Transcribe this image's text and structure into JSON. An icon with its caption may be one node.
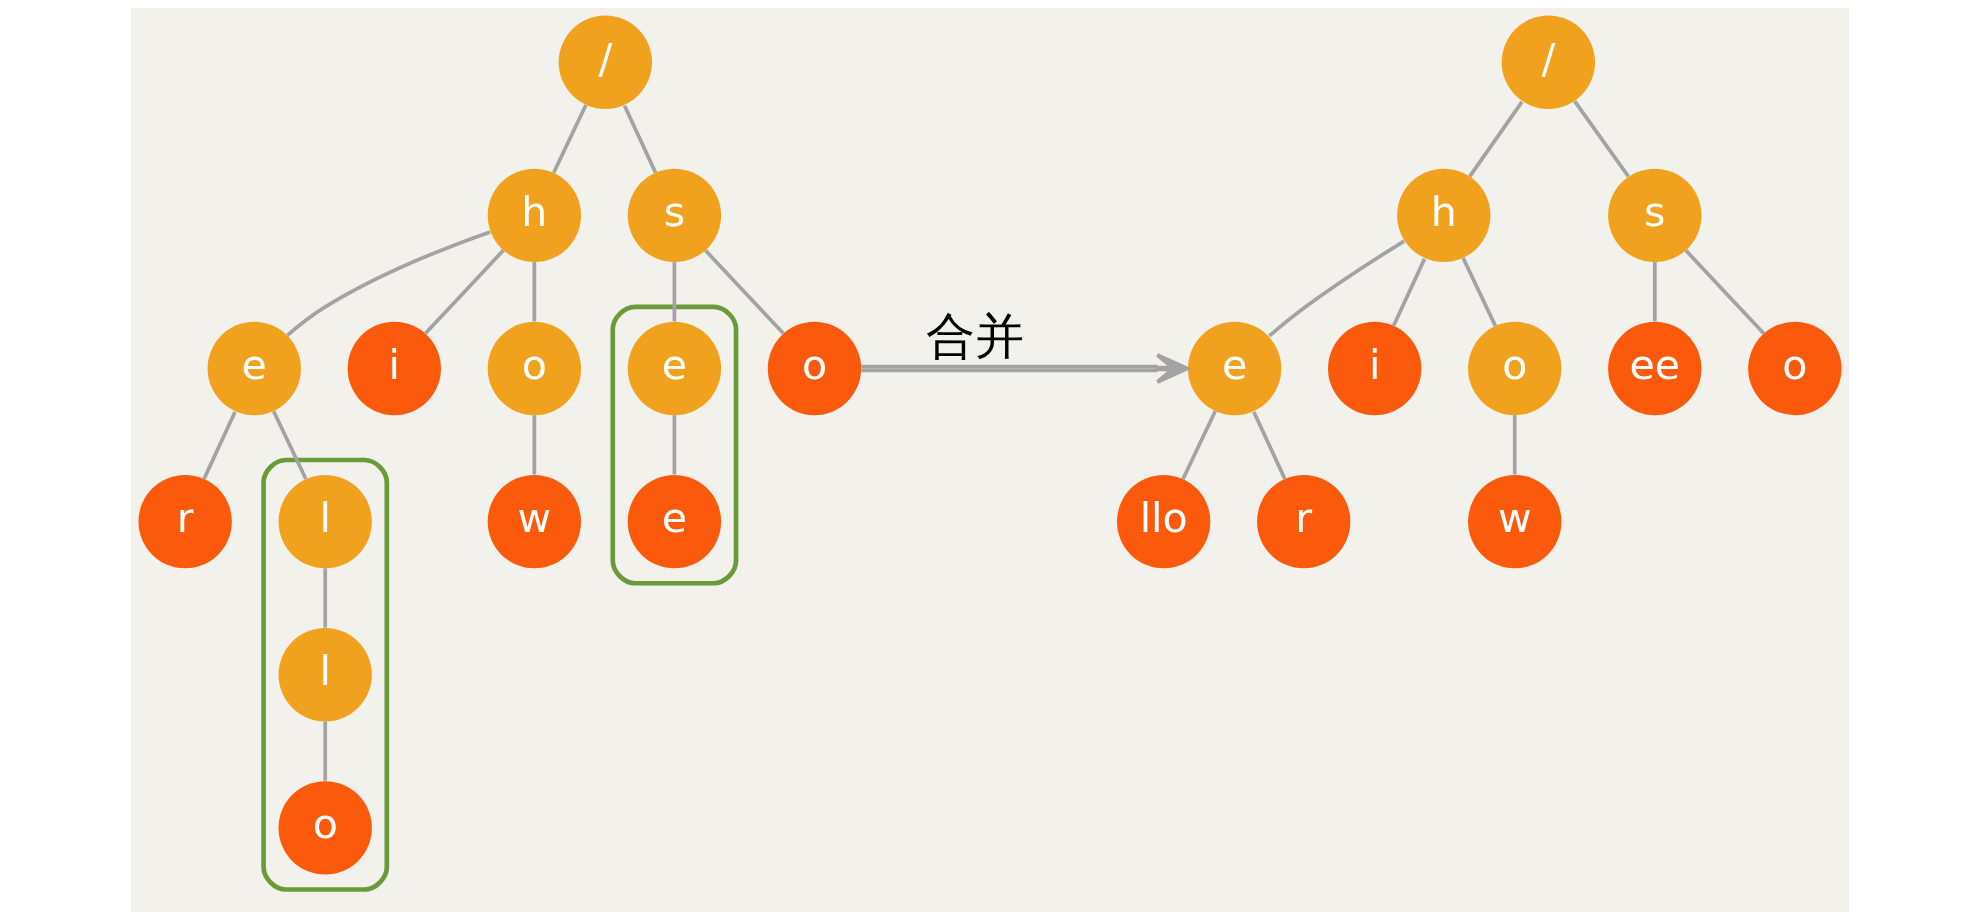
{
  "diagram": {
    "nodes": [
      {
        "text": [
          "/"
        ]
      },
      {
        "text": [
          "h"
        ]
      },
      {
        "text": [
          "s"
        ]
      },
      {
        "text": [
          "e"
        ]
      },
      {
        "text": [
          "i"
        ]
      },
      {
        "text": [
          "o"
        ]
      },
      {
        "text": [],
        "shape": "ellipse"
      },
      {
        "text": [
          "e"
        ],
        "in": 6
      },
      {
        "text": [
          "o"
        ]
      },
      {
        "text": [],
        "shape": "ellipse"
      },
      {
        "text": [
          "l"
        ],
        "in": 9
      },
      {
        "text": [
          "r"
        ]
      },
      {
        "text": [
          "w"
        ]
      },
      {
        "text": [
          "e"
        ],
        "in": 6
      },
      {
        "text": [
          "l"
        ],
        "in": 9
      },
      {
        "text": [
          "o"
        ],
        "in": 9
      },
      {
        "text": [
          "/"
        ]
      },
      {
        "text": [
          "h"
        ]
      },
      {
        "text": [
          "s"
        ]
      },
      {
        "text": [
          "e"
        ]
      },
      {
        "text": [
          "i"
        ]
      },
      {
        "text": [
          "o"
        ]
      },
      {
        "text": [
          "ee"
        ]
      },
      {
        "text": [
          "o"
        ]
      },
      {
        "text": [
          "llo"
        ]
      },
      {
        "text": [
          "r"
        ]
      },
      {
        "text": [
          "w"
        ]
      }
    ],
    "edges": [
      {
        "from": 0,
        "to": 1,
        "arrow": "none"
      },
      {
        "from": 0,
        "to": 2,
        "arrow": "none"
      },
      {
        "from": 1,
        "to": 3,
        "arrow": "none"
      },
      {
        "from": 1,
        "to": 4,
        "arrow": "none"
      },
      {
        "from": 1,
        "to": 5,
        "arrow": "none"
      },
      {
        "from": 2,
        "to": 7,
        "arrow": "none"
      },
      {
        "from": 2,
        "to": 8,
        "arrow": "none"
      },
      {
        "from": 3,
        "to": 10,
        "arrow": "none"
      },
      {
        "from": 3,
        "to": 11,
        "arrow": "none"
      },
      {
        "from": 5,
        "to": 12,
        "arrow": "none"
      },
      {
        "from": 7,
        "to": 13,
        "arrow": "none"
      },
      {
        "from": 10,
        "to": 14,
        "arrow": "none"
      },
      {
        "from": 14,
        "to": 15,
        "arrow": "none"
      },
      {
        "from": 8,
        "to": 19,
        "arrow": "to",
        "label": "合并"
      },
      {
        "from": 16,
        "to": 17,
        "arrow": "none"
      },
      {
        "from": 16,
        "to": 18,
        "arrow": "none"
      },
      {
        "from": 17,
        "to": 19,
        "arrow": "none"
      },
      {
        "from": 17,
        "to": 20,
        "arrow": "none"
      },
      {
        "from": 17,
        "to": 21,
        "arrow": "none"
      },
      {
        "from": 18,
        "to": 22,
        "arrow": "none"
      },
      {
        "from": 18,
        "to": 23,
        "arrow": "none"
      },
      {
        "from": 19,
        "to": 24,
        "arrow": "none"
      },
      {
        "from": 19,
        "to": 25,
        "arrow": "none"
      },
      {
        "from": 21,
        "to": 26,
        "arrow": "none"
      }
    ]
  }
}
